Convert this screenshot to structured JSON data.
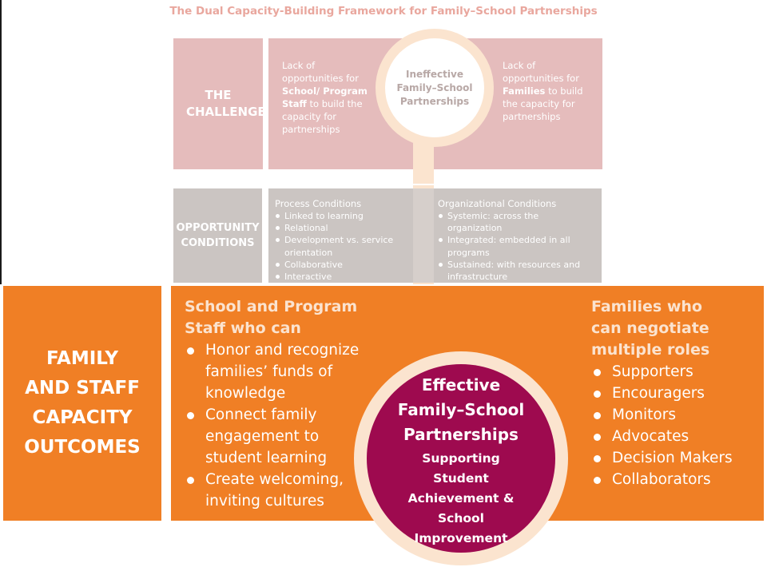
{
  "title": "The Dual Capacity-Building Framework for Family–School Partnerships",
  "colors": {
    "challenge_bg": "#e5bcbc",
    "conditions_bg": "#cbc5c2",
    "outcomes_bg": "#f07f25",
    "outcomes_heading": "#fbe3cf",
    "effective_circle": "#9e0a4f",
    "ring": "#fbe4cf",
    "title_text": "#e9a79e"
  },
  "challenge": {
    "label": "THE CHALLENGE",
    "left_pre": "Lack of opportunities for",
    "left_bold": "School/ Program Staff",
    "left_post": "to build the capacity for partnerships",
    "center": "Ineffective Family–School Partnerships",
    "right_pre": "Lack of opportunities for",
    "right_bold": "Families",
    "right_post": "to build the capacity for partnerships"
  },
  "conditions": {
    "label": "OPPORTUNITY CONDITIONS",
    "process_heading": "Process Conditions",
    "process_items": [
      "Linked to learning",
      "Relational",
      "Development vs. service orientation",
      "Collaborative",
      "Interactive"
    ],
    "org_heading": "Organizational Conditions",
    "org_items": [
      "Systemic: across the organization",
      "Integrated: embedded in all programs",
      "Sustained: with resources and infrastructure"
    ]
  },
  "outcomes": {
    "label": "FAMILY AND STAFF CAPACITY OUTCOMES",
    "staff_heading": "School and Program Staff who can",
    "staff_items": [
      "Honor and recognize families’ funds of knowledge",
      "Connect family engagement to student learning",
      "Create welcoming, inviting cultures"
    ],
    "families_heading": "Families who can negotiate multiple roles",
    "families_items": [
      "Supporters",
      "Encouragers",
      "Monitors",
      "Advocates",
      "Decision Makers",
      "Collaborators"
    ],
    "center_title": "Effective Family–School Partnerships",
    "center_sub": "Supporting Student Achievement & School Improvement"
  }
}
